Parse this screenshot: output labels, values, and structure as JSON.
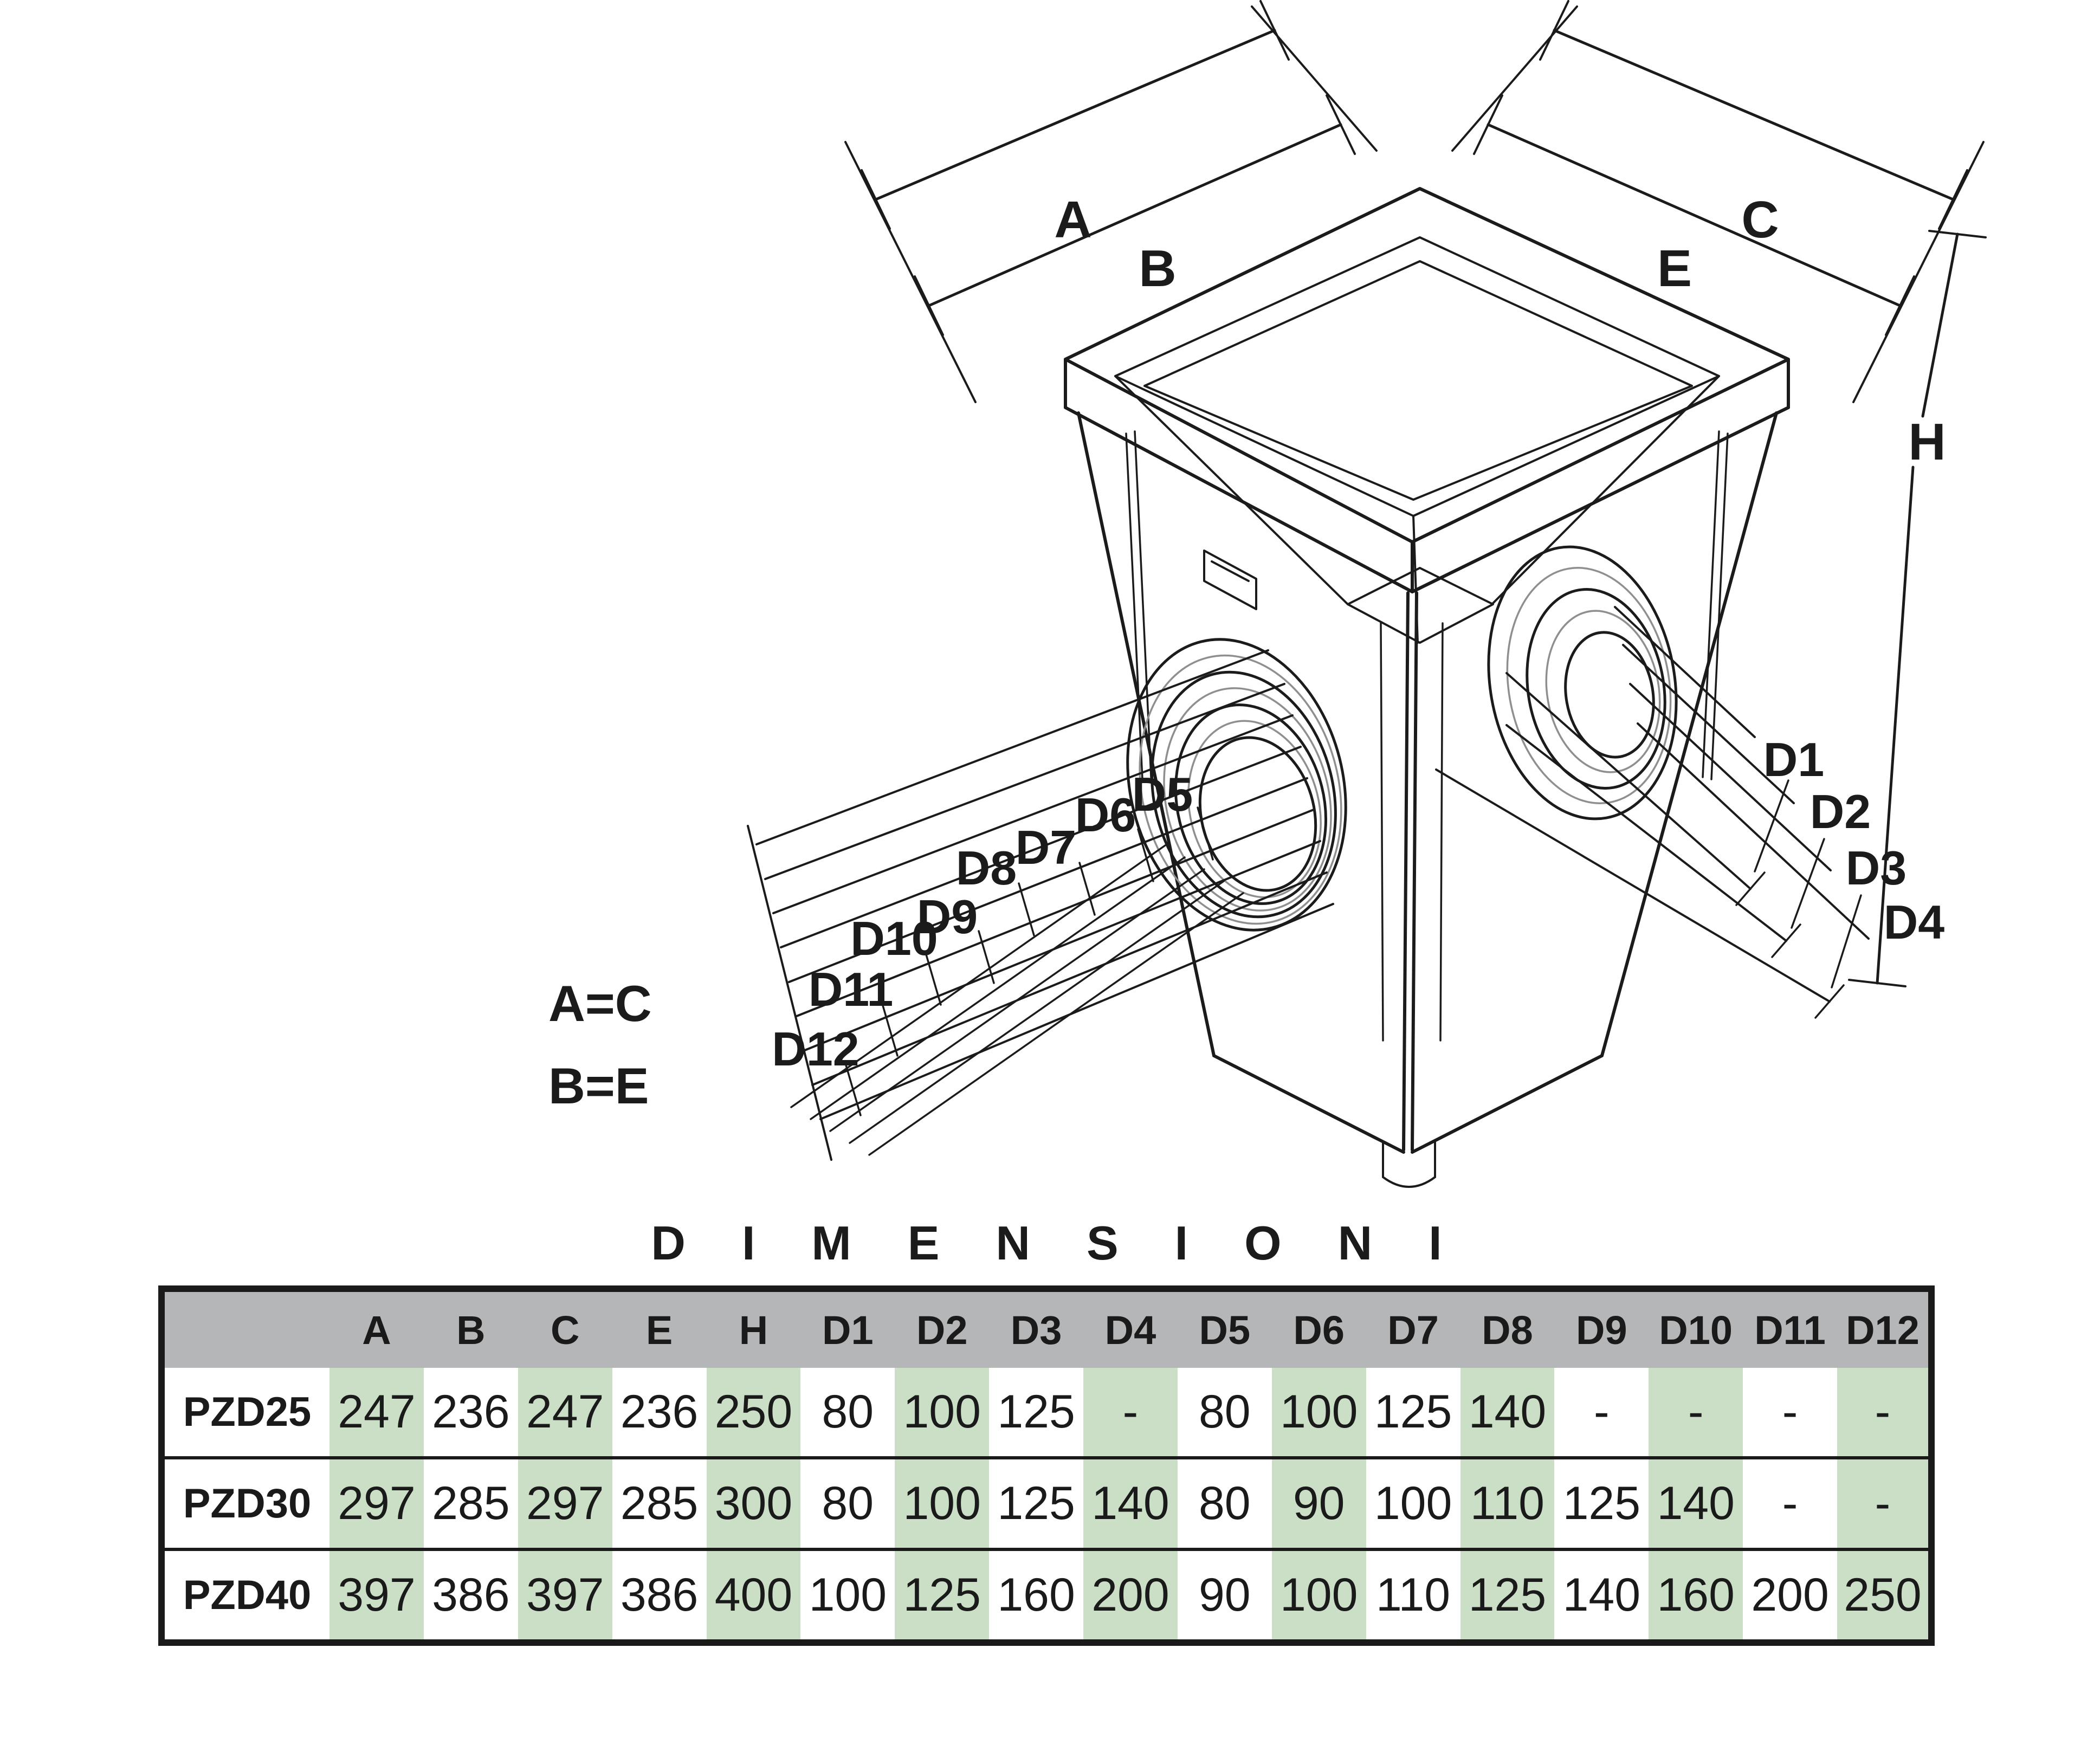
{
  "diagram": {
    "dim_labels": {
      "A": "A",
      "B": "B",
      "C": "C",
      "E": "E",
      "H": "H",
      "D1": "D1",
      "D2": "D2",
      "D3": "D3",
      "D4": "D4",
      "D5": "D5",
      "D6": "D6",
      "D7": "D7",
      "D8": "D8",
      "D9": "D9",
      "D10": "D10",
      "D11": "D11",
      "D12": "D12"
    },
    "equalities": {
      "ac": "A=C",
      "be": "B=E"
    }
  },
  "table": {
    "title": "DIMENSIONI",
    "columns": [
      "A",
      "B",
      "C",
      "E",
      "H",
      "D1",
      "D2",
      "D3",
      "D4",
      "D5",
      "D6",
      "D7",
      "D8",
      "D9",
      "D10",
      "D11",
      "D12"
    ],
    "green_column_indices": [
      0,
      2,
      4,
      6,
      8,
      10,
      12,
      14,
      16
    ],
    "rows": [
      {
        "model": "PZD25",
        "values": [
          "247",
          "236",
          "247",
          "236",
          "250",
          "80",
          "100",
          "125",
          "-",
          "80",
          "100",
          "125",
          "140",
          "-",
          "-",
          "-",
          "-"
        ]
      },
      {
        "model": "PZD30",
        "values": [
          "297",
          "285",
          "297",
          "285",
          "300",
          "80",
          "100",
          "125",
          "140",
          "80",
          "90",
          "100",
          "110",
          "125",
          "140",
          "-",
          "-"
        ]
      },
      {
        "model": "PZD40",
        "values": [
          "397",
          "386",
          "397",
          "386",
          "400",
          "100",
          "125",
          "160",
          "200",
          "90",
          "100",
          "110",
          "125",
          "140",
          "160",
          "200",
          "250"
        ]
      }
    ],
    "colors": {
      "header_bg": "#b4b6b8",
      "stripe_green": "#cadfc6",
      "ink": "#1a1a1a",
      "background": "#ffffff"
    }
  }
}
